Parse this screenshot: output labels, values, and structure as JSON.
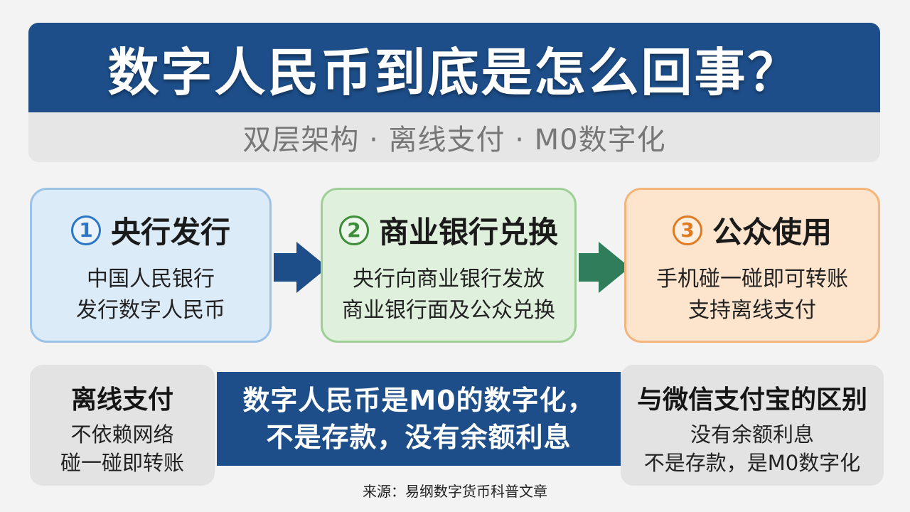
{
  "header": {
    "title": "数字人民币到底是怎么回事？",
    "subtitle": "双层架构 · 离线支付 · M0数字化"
  },
  "steps": [
    {
      "number": "1",
      "title": "央行发行",
      "lines": [
        "中国人民银行",
        "发行数字人民币"
      ]
    },
    {
      "number": "2",
      "title": "商业银行兑换",
      "lines": [
        "央行向商业银行发放",
        "商业银行面及公众兑换"
      ]
    },
    {
      "number": "3",
      "title": "公众使用",
      "lines": [
        "手机碰一碰即可转账",
        "支持离线支付"
      ]
    }
  ],
  "left_card": {
    "title": "离线支付",
    "lines": [
      "不依赖网络",
      "碰一碰即转账"
    ]
  },
  "center_banner": {
    "lines": [
      "数字人民币是M0的数字化，",
      "不是存款，没有余额利息"
    ]
  },
  "right_card": {
    "title": "与微信支付宝的区别",
    "lines": [
      "没有余额利息",
      "不是存款，是M0数字化"
    ]
  },
  "footer": {
    "source": "来源：易纲数字货币科普文章"
  },
  "colors": {
    "primary_blue": "#1d4e89",
    "step1_fill": "#dcebf8",
    "step2_fill": "#dff0dc",
    "step3_fill": "#fde4cc",
    "arrow_green": "#2f7d5a"
  }
}
